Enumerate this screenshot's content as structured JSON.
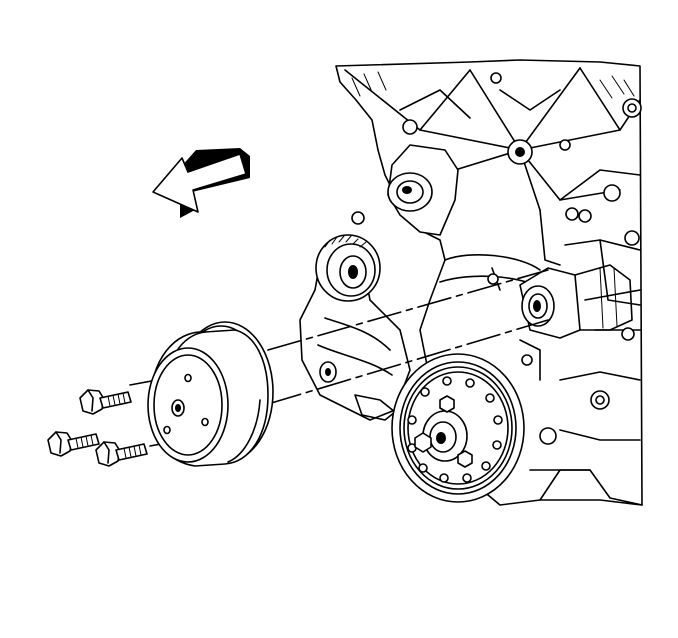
{
  "figure": {
    "description_visible_text": "",
    "colors": {
      "stroke": "#000000",
      "background": "#ffffff"
    },
    "parts": {
      "direction_arrow": {
        "icon": "left-arrow-icon"
      },
      "engine_block": {
        "icon": "engine-block"
      },
      "belt_tensioner": {
        "icon": "tensioner-pulley"
      },
      "crank_pulley": {
        "icon": "crankshaft-pulley"
      },
      "water_pump_pulley": {
        "icon": "water-pump-pulley"
      },
      "pulley_bolts": {
        "count": 3,
        "icon": "bolt-icon"
      }
    }
  }
}
